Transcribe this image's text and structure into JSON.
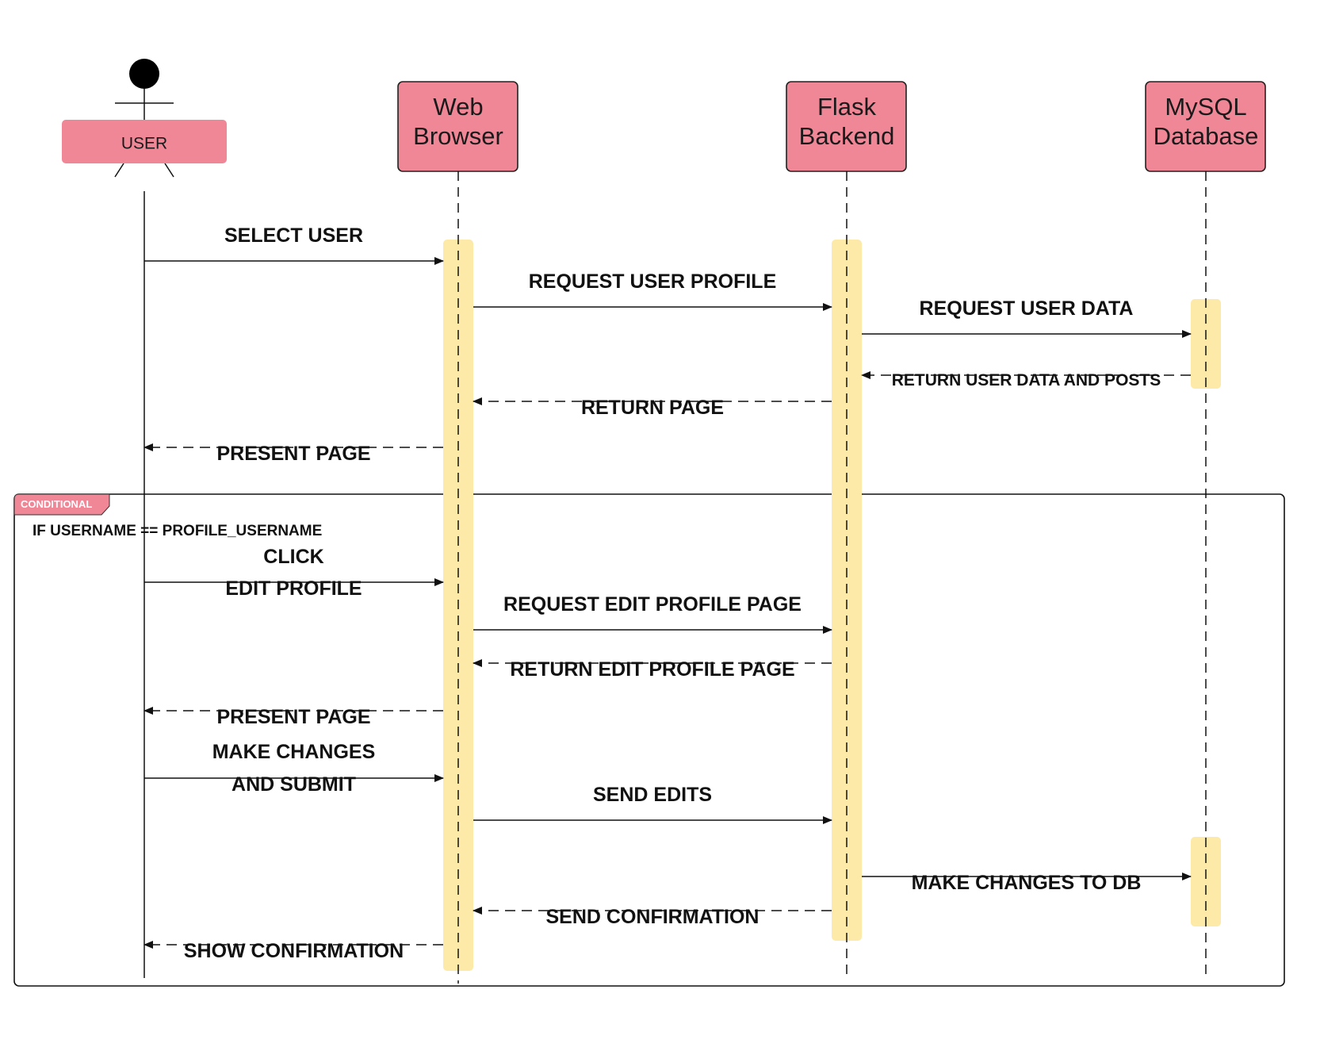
{
  "colors": {
    "participant_fill": "#ef8797",
    "activation_fill": "#fdeaa8",
    "line": "#111111",
    "frame_tag_fill": "#ef8797"
  },
  "actor": {
    "label": "USER"
  },
  "participants": [
    {
      "id": "browser",
      "lines": [
        "Web",
        "Browser"
      ]
    },
    {
      "id": "flask",
      "lines": [
        "Flask",
        "Backend"
      ]
    },
    {
      "id": "mysql",
      "lines": [
        "MySQL",
        "Database"
      ]
    }
  ],
  "frame": {
    "tag": "CONDITIONAL",
    "condition": "IF USERNAME == PROFILE_USERNAME"
  },
  "messages": [
    {
      "from": "user",
      "to": "browser",
      "kind": "sync",
      "lines": [
        "SELECT USER"
      ]
    },
    {
      "from": "browser",
      "to": "flask",
      "kind": "sync",
      "lines": [
        "REQUEST USER PROFILE"
      ]
    },
    {
      "from": "flask",
      "to": "mysql",
      "kind": "sync",
      "lines": [
        "REQUEST USER DATA"
      ]
    },
    {
      "from": "mysql",
      "to": "flask",
      "kind": "return",
      "lines": [
        "RETURN USER DATA AND POSTS"
      ]
    },
    {
      "from": "flask",
      "to": "browser",
      "kind": "return",
      "lines": [
        "RETURN PAGE"
      ]
    },
    {
      "from": "browser",
      "to": "user",
      "kind": "return",
      "lines": [
        "PRESENT PAGE"
      ]
    },
    {
      "from": "user",
      "to": "browser",
      "kind": "sync",
      "lines": [
        "CLICK",
        "EDIT PROFILE"
      ]
    },
    {
      "from": "browser",
      "to": "flask",
      "kind": "sync",
      "lines": [
        "REQUEST EDIT PROFILE PAGE"
      ]
    },
    {
      "from": "flask",
      "to": "browser",
      "kind": "return",
      "lines": [
        "RETURN EDIT PROFILE PAGE"
      ]
    },
    {
      "from": "browser",
      "to": "user",
      "kind": "return",
      "lines": [
        "PRESENT PAGE"
      ]
    },
    {
      "from": "user",
      "to": "browser",
      "kind": "sync",
      "lines": [
        "MAKE CHANGES",
        "AND SUBMIT"
      ]
    },
    {
      "from": "browser",
      "to": "flask",
      "kind": "sync",
      "lines": [
        "SEND EDITS"
      ]
    },
    {
      "from": "flask",
      "to": "mysql",
      "kind": "sync",
      "lines": [
        "MAKE CHANGES TO DB"
      ]
    },
    {
      "from": "flask",
      "to": "browser",
      "kind": "return",
      "lines": [
        "SEND CONFIRMATION"
      ]
    },
    {
      "from": "browser",
      "to": "user",
      "kind": "return",
      "lines": [
        "SHOW CONFIRMATION"
      ]
    }
  ]
}
